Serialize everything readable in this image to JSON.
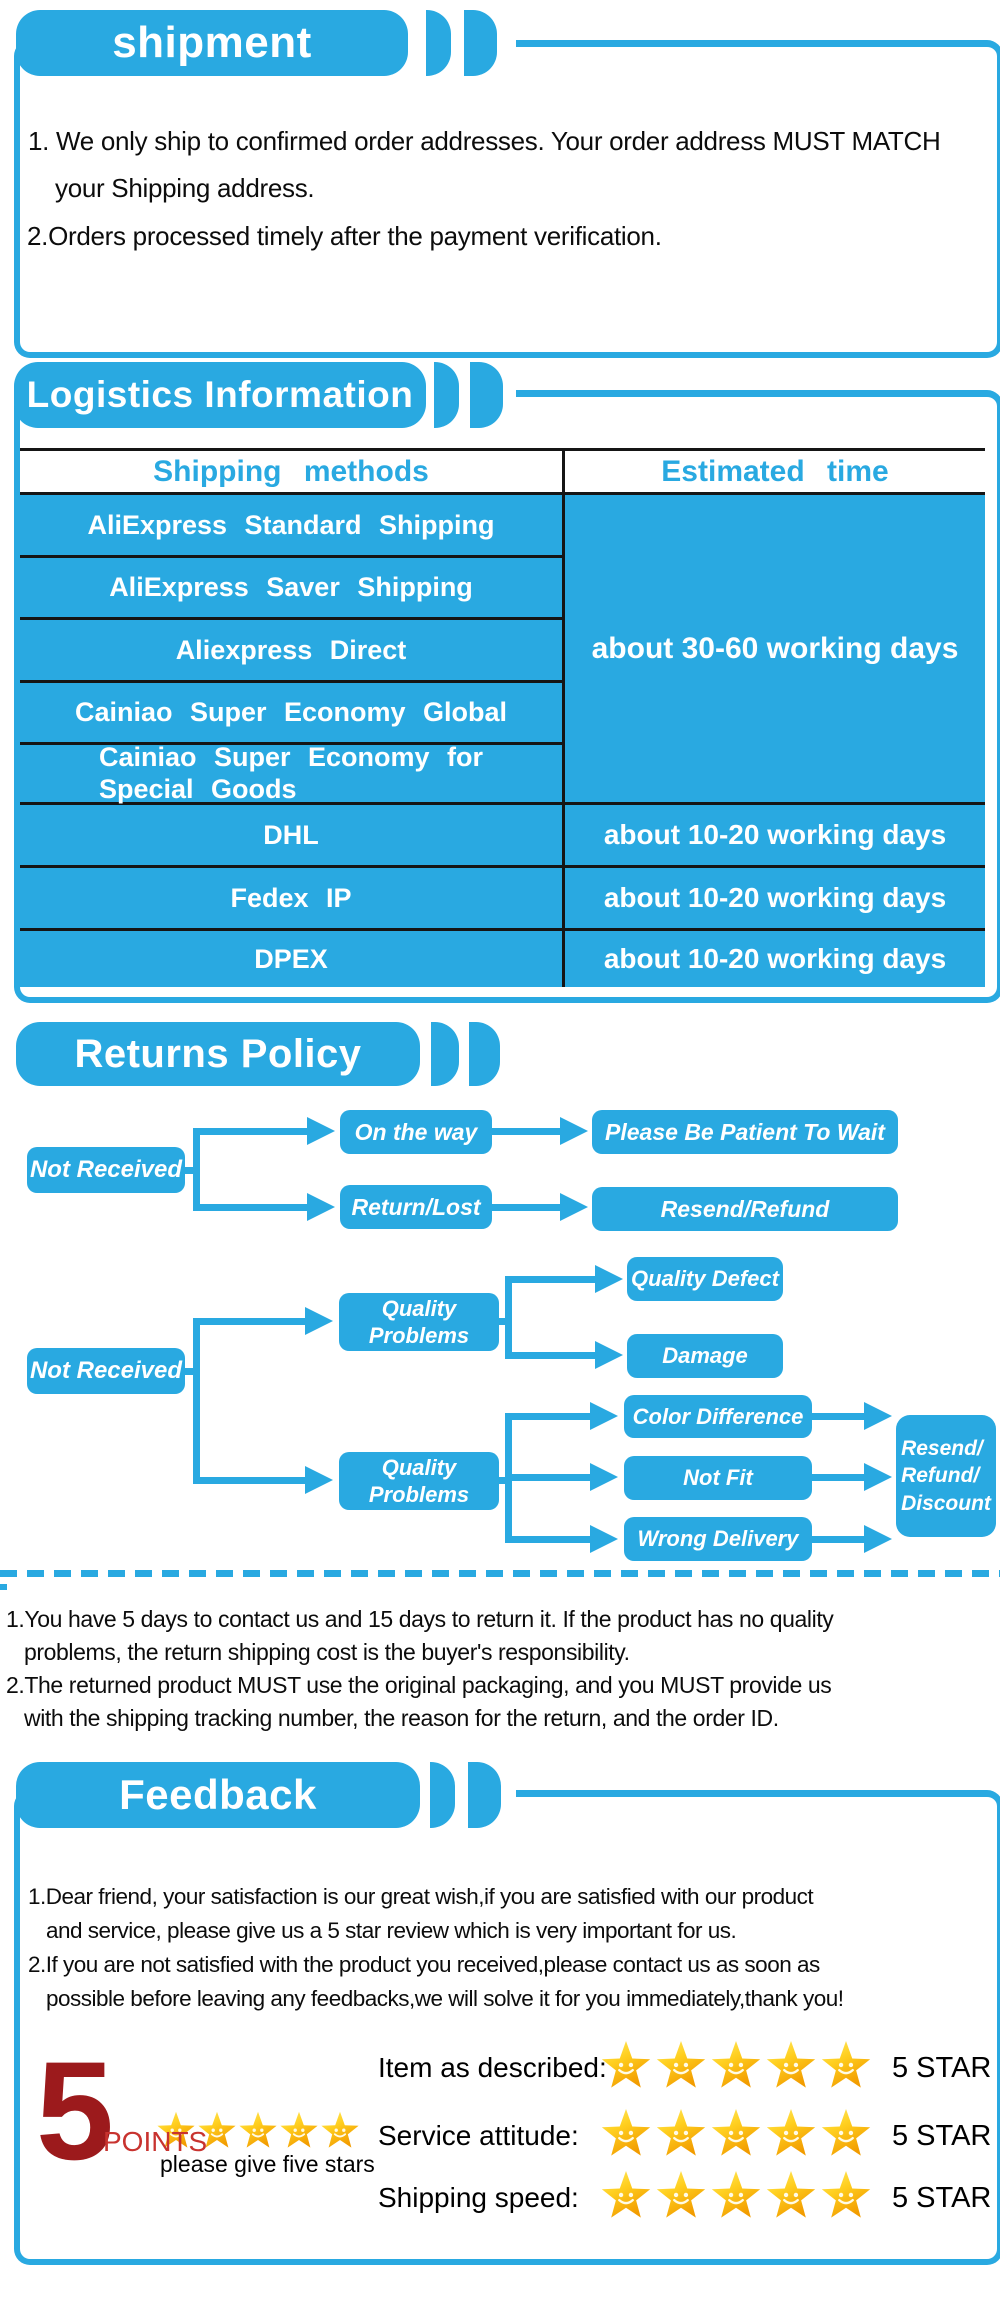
{
  "colors": {
    "accent_blue": "#29a9e1",
    "table_line": "#151515",
    "points_dark_red": "#9c1a1c",
    "points_red": "#c8332f",
    "star_gold": "#f29c00"
  },
  "shipment": {
    "title": "shipment",
    "lines": [
      "1. We only ship to confirmed order addresses. Your order address MUST MATCH",
      "your Shipping address.",
      "2.Orders processed timely after the payment verification."
    ]
  },
  "logistics": {
    "title": "Logistics Information",
    "table": {
      "col_methods": "Shipping methods",
      "col_time": "Estimated time",
      "methods": [
        {
          "line1": "AliExpress Standard Shipping"
        },
        {
          "line1": "AliExpress Saver Shipping"
        },
        {
          "line1": "Aliexpress Direct"
        },
        {
          "line1": "Cainiao Super Economy Global"
        },
        {
          "line1": "Cainiao Super Economy for",
          "line2": "Special Goods"
        }
      ],
      "economy_time": "about 30-60 working days",
      "express_rows": [
        {
          "method": "DHL",
          "time": "about 10-20 working days"
        },
        {
          "method": "Fedex IP",
          "time": "about 10-20 working days"
        },
        {
          "method": "DPEX",
          "time": "about 10-20 working days"
        }
      ]
    }
  },
  "returns": {
    "title": "Returns Policy",
    "flow": {
      "not_received_1": "Not Received",
      "on_the_way": "On the way",
      "please_wait": "Please Be Patient To Wait",
      "return_lost": "Return/Lost",
      "resend_refund": "Resend/Refund",
      "not_received_2": "Not Received",
      "quality_problems_1": "Quality Problems",
      "quality_defect": "Quality Defect",
      "damage": "Damage",
      "color_difference": "Color Difference",
      "quality_problems_2": "Quality Problems",
      "not_fit": "Not Fit",
      "wrong_delivery": "Wrong Delivery",
      "resend_refund_discount_lines": [
        "Resend/",
        "Refund/",
        "Discount"
      ]
    },
    "lines": [
      "1.You have 5 days to contact us and 15 days to return it. If the product has no quality",
      "problems, the return shipping cost is the buyer's responsibility.",
      "2.The returned product MUST use the original packaging, and you MUST provide us",
      "with the shipping tracking number, the reason for the return, and the order ID."
    ]
  },
  "feedback": {
    "title": "Feedback",
    "lines": [
      "1.Dear friend, your satisfaction is our great wish,if you are satisfied with our product",
      "and service, please give us a 5 star review which is very important for us.",
      "2.If you are not satisfied with the product you received,please contact us as soon as",
      "possible before leaving any feedbacks,we will solve it for you immediately,thank you!"
    ],
    "ratings": [
      {
        "label": "Item as described:",
        "stars": 5,
        "value": "5 STAR"
      },
      {
        "label": "Service attitude:",
        "stars": 5,
        "value": "5 STAR"
      },
      {
        "label": "Shipping speed:",
        "stars": 5,
        "value": "5 STAR"
      }
    ],
    "points": {
      "number": "5",
      "label": "POINTS",
      "stars": 5,
      "caption": "please give five stars"
    }
  }
}
